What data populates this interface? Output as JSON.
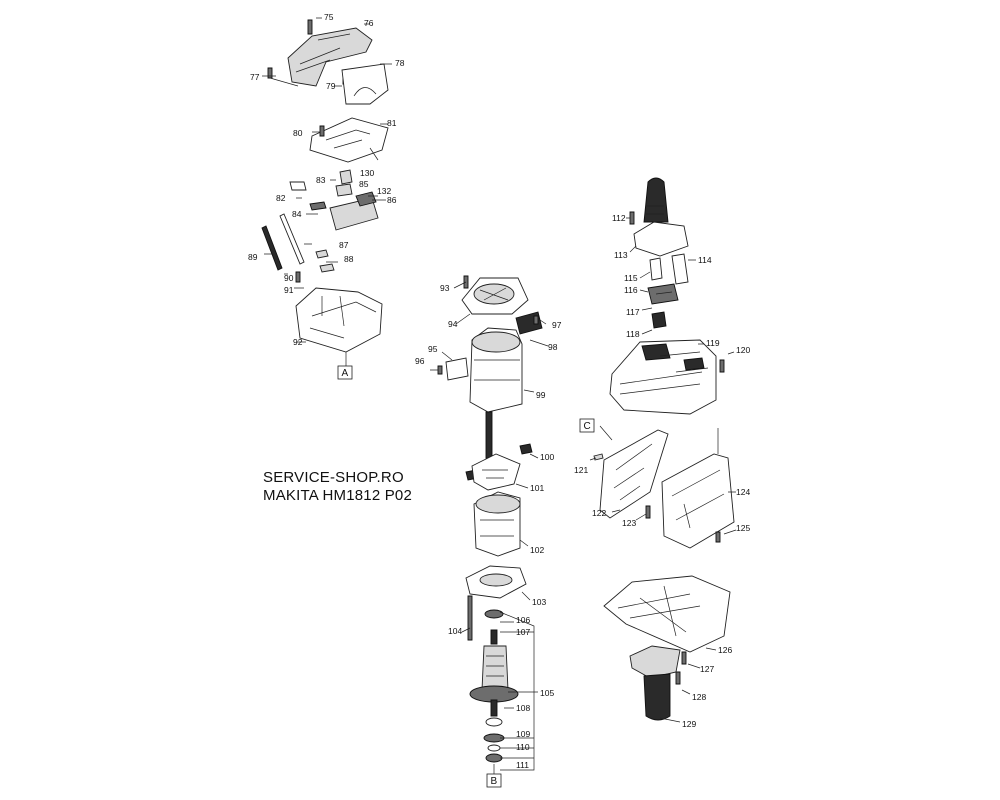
{
  "title": {
    "line1": "SERVICE-SHOP.RO",
    "line2": "MAKITA HM1812 P02"
  },
  "section_labels": [
    "A",
    "B",
    "C"
  ],
  "part_numbers": {
    "p75": "75",
    "p76": "76",
    "p77": "77",
    "p78": "78",
    "p79": "79",
    "p80": "80",
    "p81": "81",
    "p82": "82",
    "p83": "83",
    "p84": "84",
    "p85": "85",
    "p86": "86",
    "p87": "87",
    "p88": "88",
    "p89": "89",
    "p90": "90",
    "p91": "91",
    "p92": "92",
    "p93": "93",
    "p94": "94",
    "p95": "95",
    "p96": "96",
    "p97": "97",
    "p98": "98",
    "p99": "99",
    "p100": "100",
    "p101": "101",
    "p102": "102",
    "p103": "103",
    "p104": "104",
    "p105": "105",
    "p106": "106",
    "p107": "107",
    "p108": "108",
    "p109": "109",
    "p110": "110",
    "p111": "111",
    "p112": "112",
    "p113": "113",
    "p114": "114",
    "p115": "115",
    "p116": "116",
    "p117": "117",
    "p118": "118",
    "p119": "119",
    "p120": "120",
    "p121": "121",
    "p122": "122",
    "p123": "123",
    "p124": "124",
    "p125": "125",
    "p126": "126",
    "p127": "127",
    "p128": "128",
    "p129": "129",
    "p130": "130",
    "p132": "132"
  },
  "colors": {
    "ink": "#222222",
    "part_fill": "#d9d9d9",
    "dark_part": "#2a2a2a",
    "background": "#ffffff"
  }
}
